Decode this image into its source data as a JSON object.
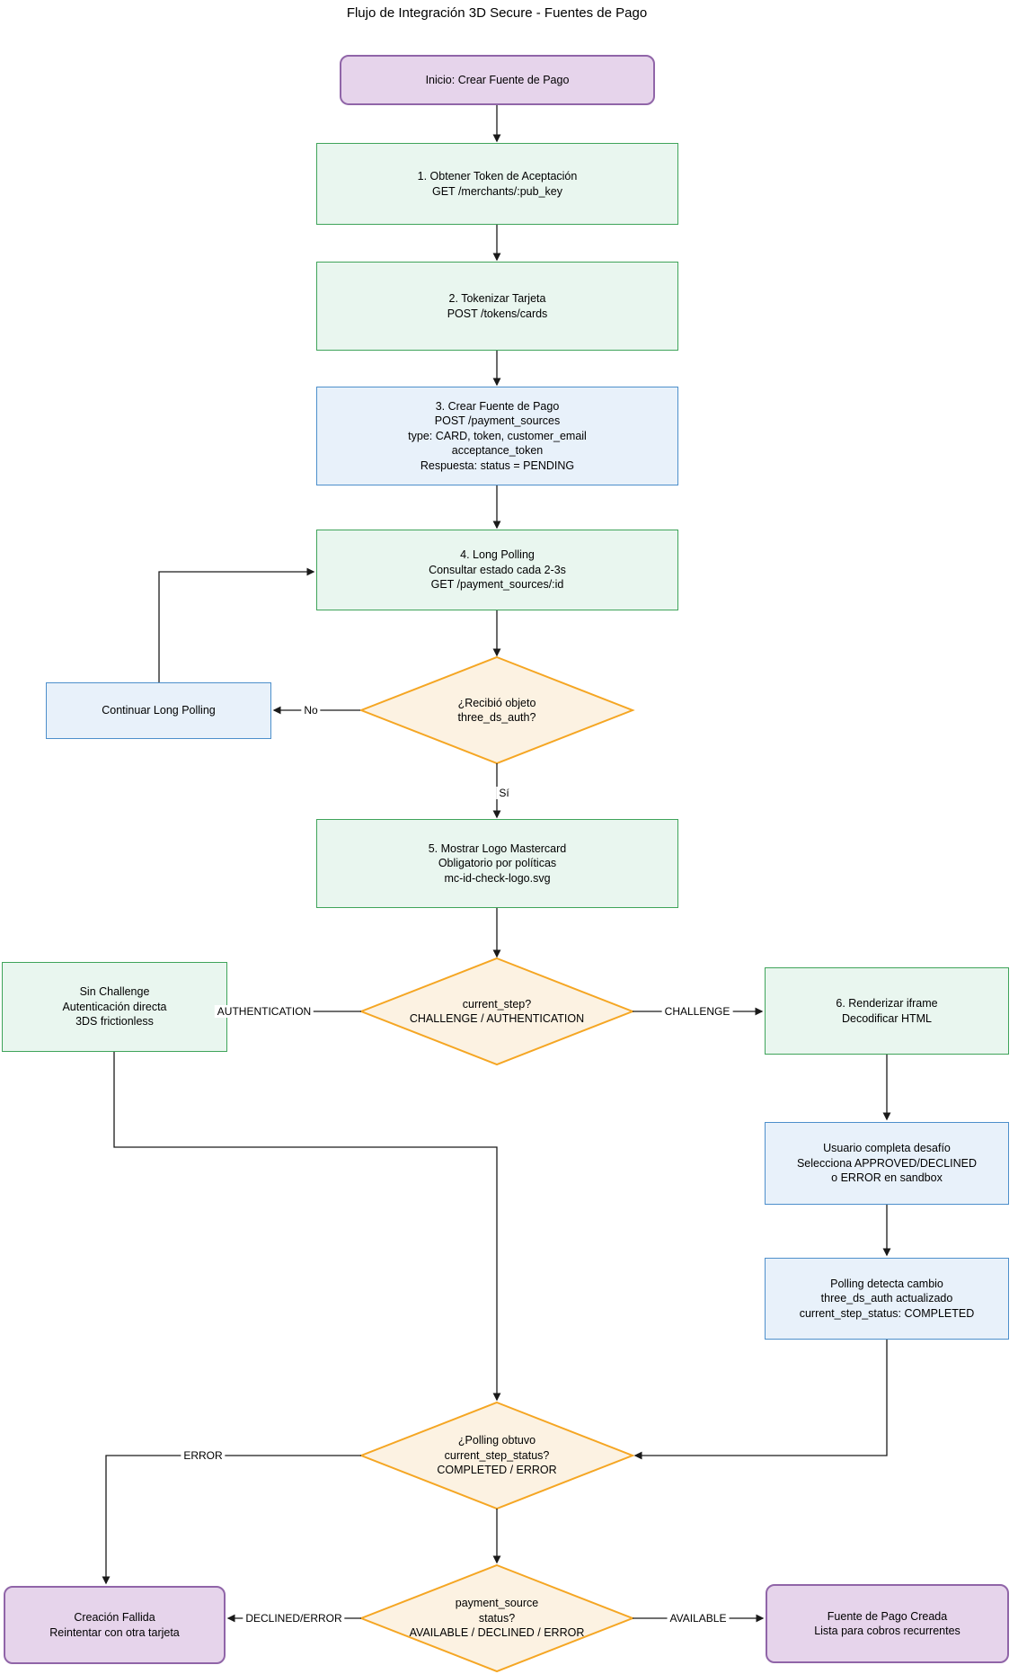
{
  "title": "Flujo de Integración 3D Secure - Fuentes de Pago",
  "colors": {
    "process_green_fill": "#E9F6EF",
    "process_green_border": "#3FA45A",
    "process_blue_fill": "#E8F1FA",
    "process_blue_border": "#4D8FCB",
    "terminator_purple_fill": "#E6D4EB",
    "terminator_purple_border": "#9065A8",
    "decision_orange_fill": "#FCF2E2",
    "decision_orange_border": "#F5A623",
    "edge_line": "#1a1a1a"
  },
  "nodes": {
    "start": {
      "type": "terminator",
      "lines": [
        "Inicio: Crear Fuente de Pago"
      ]
    },
    "step1": {
      "type": "process",
      "lines": [
        "1. Obtener Token de Aceptación",
        "GET /merchants/:pub_key"
      ]
    },
    "step2": {
      "type": "process",
      "lines": [
        "2. Tokenizar Tarjeta",
        "POST /tokens/cards"
      ]
    },
    "step3": {
      "type": "process",
      "lines": [
        "3. Crear Fuente de Pago",
        "POST /payment_sources",
        "type: CARD, token, customer_email",
        "acceptance_token",
        "Respuesta: status = PENDING"
      ]
    },
    "step4": {
      "type": "process",
      "lines": [
        "4. Long Polling",
        "Consultar estado cada 2-3s",
        "GET /payment_sources/:id"
      ]
    },
    "decision1": {
      "type": "decision",
      "lines": [
        "¿Recibió objeto",
        "three_ds_auth?"
      ]
    },
    "continue_polling": {
      "type": "process",
      "lines": [
        "Continuar Long Polling"
      ]
    },
    "step5": {
      "type": "process",
      "lines": [
        "5. Mostrar Logo Mastercard",
        "Obligatorio por políticas",
        "mc-id-check-logo.svg"
      ]
    },
    "decision2": {
      "type": "decision",
      "lines": [
        "current_step?",
        "CHALLENGE / AUTHENTICATION"
      ]
    },
    "no_challenge": {
      "type": "process",
      "lines": [
        "Sin Challenge",
        "Autenticación directa",
        "3DS frictionless"
      ]
    },
    "step6": {
      "type": "process",
      "lines": [
        "6. Renderizar iframe",
        "Decodificar HTML"
      ]
    },
    "user_challenge": {
      "type": "process",
      "lines": [
        "Usuario completa desafío",
        "Selecciona APPROVED/DECLINED",
        "o ERROR en sandbox"
      ]
    },
    "polling_change": {
      "type": "process",
      "lines": [
        "Polling detecta cambio",
        "three_ds_auth actualizado",
        "current_step_status: COMPLETED"
      ]
    },
    "decision3": {
      "type": "decision",
      "lines": [
        "¿Polling obtuvo",
        "current_step_status?",
        "COMPLETED / ERROR"
      ]
    },
    "decision4": {
      "type": "decision",
      "lines": [
        "payment_source",
        "status?",
        "AVAILABLE / DECLINED / ERROR"
      ]
    },
    "failed": {
      "type": "terminator",
      "lines": [
        "Creación Fallida",
        "Reintentar con otra tarjeta"
      ]
    },
    "success": {
      "type": "terminator",
      "lines": [
        "Fuente de Pago Creada",
        "Lista para cobros recurrentes"
      ]
    }
  },
  "edge_labels": {
    "no": "No",
    "si": "Sí",
    "authentication": "AUTHENTICATION",
    "challenge": "CHALLENGE",
    "error": "ERROR",
    "declined_error": "DECLINED/ERROR",
    "available": "AVAILABLE"
  }
}
